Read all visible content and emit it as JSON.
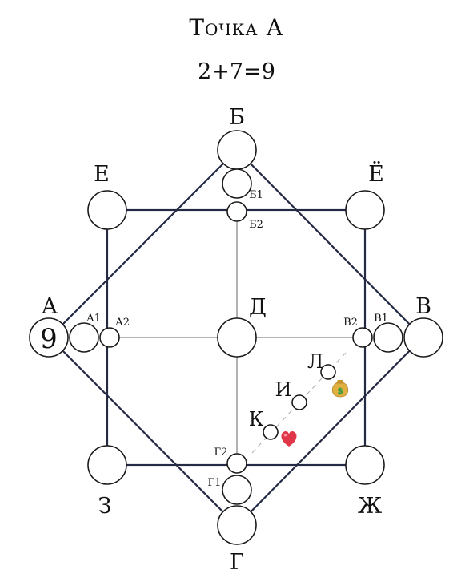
{
  "title": "Точка А",
  "formula": "2+7=9",
  "points": {
    "A": "А",
    "B": "Б",
    "V": "В",
    "G": "Г",
    "D": "Д",
    "E": "Е",
    "YO": "Ё",
    "ZH": "Ж",
    "Z": "З",
    "A1": "А1",
    "A2": "А2",
    "B1": "Б1",
    "B2": "Б2",
    "V1": "В1",
    "V2": "В2",
    "G1": "Г1",
    "G2": "Г2",
    "K": "К",
    "I": "И",
    "L": "Л"
  },
  "values": {
    "A": "9"
  },
  "icons": {
    "money": "money-bag-icon",
    "love": "heart-icon"
  },
  "colors": {
    "diamond": "#252a44",
    "square": "#252a44",
    "cross": "#888888",
    "heart": "#e0364a",
    "money_bag": "#e0b040",
    "money_sign": "#2a9b43"
  }
}
